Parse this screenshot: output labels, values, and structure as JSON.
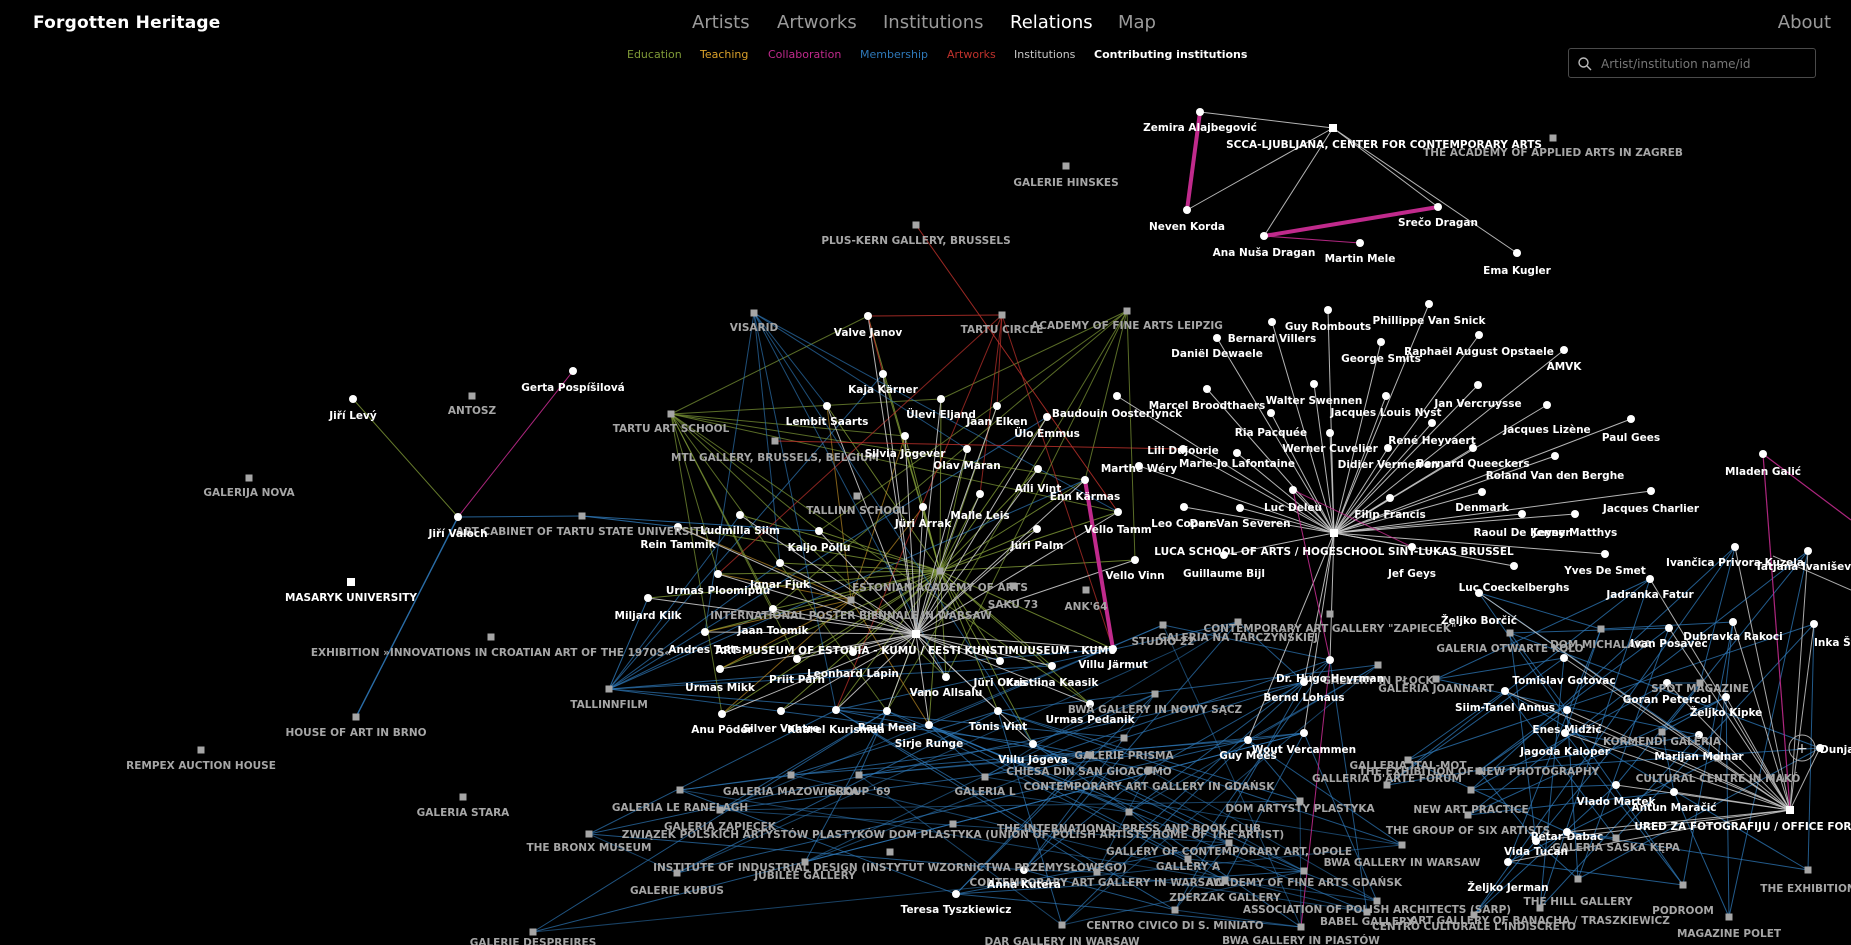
{
  "site": {
    "title": "Forgotten Heritage"
  },
  "nav": {
    "items": [
      {
        "label": "Artists",
        "active": false
      },
      {
        "label": "Artworks",
        "active": false
      },
      {
        "label": "Institutions",
        "active": false
      },
      {
        "label": "Relations",
        "active": true
      },
      {
        "label": "Map",
        "active": false
      }
    ],
    "about": "About"
  },
  "filters": [
    {
      "label": "Education",
      "color": "#7f9a37"
    },
    {
      "label": "Teaching",
      "color": "#d9a02a"
    },
    {
      "label": "Collaboration",
      "color": "#c02a8c"
    },
    {
      "label": "Membership",
      "color": "#2e78b8"
    },
    {
      "label": "Artworks",
      "color": "#c0322c"
    },
    {
      "label": "Institutions",
      "color": "#c8c8c8"
    },
    {
      "label": "Contributing institutions",
      "color": "#ffffff"
    }
  ],
  "search": {
    "placeholder": "Artist/institution name/id"
  },
  "colors": {
    "education": "#7f9a37",
    "teaching": "#d9a02a",
    "collaboration": "#c02a8c",
    "membership": "#2e78b8",
    "artworks": "#c0322c",
    "institution": "#c8c8c8",
    "background": "#000000"
  },
  "graph": {
    "artists": [
      "Zemira Alajbegović",
      "Neven Korda",
      "Ana Nuša Dragan",
      "Srečo Dragan",
      "Martin Mele",
      "Ema Kugler",
      "Gerta Pospíšilová",
      "Jiří Levý",
      "Jiří Valoch",
      "Valve Janov",
      "Kaja Kärner",
      "Lembit Saarts",
      "Ülevi Eljand",
      "Jaan Elken",
      "Ülo Emmus",
      "Silvia Jõgever",
      "Olav Maran",
      "Aili Vint",
      "Enn Kärmas",
      "Jüri Arrak",
      "Malle Leis",
      "Vello Tamm",
      "Ludmilla Siim",
      "Rein Tammik",
      "Kaljo Põllu",
      "Jüri Palm",
      "Ignar Fjuk",
      "Urmas Ploomipuu",
      "Vello Vinn",
      "Miljard Kilk",
      "Jaan Toomik",
      "Andres Tolts",
      "Leonhard Lapin",
      "Priit Pärn",
      "Villu Järmut",
      "Urmas Mikk",
      "Vano Allsalu",
      "Jüri Okas",
      "Kristiina Kaasik",
      "Anu Põder",
      "Silver Vahtre",
      "Kaarel Kurismaa",
      "Raul Meel",
      "Sirje Runge",
      "Tõnis Vint",
      "Urmas Pedanik",
      "Villu Jõgeva",
      "Guy Rombouts",
      "Phillippe Van Snick",
      "Bernard Villers",
      "Daniël Dewaele",
      "George Smits",
      "Raphaël August Opstaele",
      "AMVK",
      "Baudouin Oosterlynck",
      "Marcel Broodthaers",
      "Walter Swennen",
      "Jacques Louis Nyst",
      "Jan Vercruysse",
      "Ria Pacquée",
      "Jacques Lizène",
      "Paul Gees",
      "René Heyvaert",
      "Werner Cuvelier",
      "Lili Dujourie",
      "Marthe Wéry",
      "Marie-Jo Lafontaine",
      "Didier Vermeiren",
      "Bernard Queeckers",
      "Roland Van den Berghe",
      "Leo Copers",
      "Dan Van Severen",
      "Luc Deleu",
      "Filip Francis",
      "Denmark",
      "Jacques Charlier",
      "Raoul De Keyser",
      "Jenny Matthys",
      "Guillaume Bijl",
      "Jef Geys",
      "Yves De Smet",
      "Luc Coeckelberghs",
      "Mladen Galić",
      "Ivančica Privora Kuzela",
      "Tatjana Ivanišević",
      "Jadranka Fatur",
      "Željko Borčić",
      "Ivan Posavec",
      "Dubravka Rakoci",
      "Inka Šver",
      "Tomislav Gotovac",
      "Goran Petercol",
      "Željko Kipke",
      "Siim-Tanel Annus",
      "Enes Midžić",
      "Jagoda Kaloper",
      "Marijan Molnar",
      "Vlado Martek",
      "Antun Maračić",
      "Petar Dabac",
      "Vida Tućan",
      "Željko Jerman",
      "Dunja",
      "Dr. Hugo Heyrman",
      "Bernd Lohaus",
      "Guy Mees",
      "Wout Vercammen",
      "Anna Kutera",
      "Teresa Tyszkiewicz"
    ],
    "institutions": [
      "THE ACADEMY OF APPLIED ARTS IN ZAGREB",
      "GALERIE HINSKES",
      "PLUS-KERN GALLERY, BRUSSELS",
      "VISARID",
      "TARTU CIRCLE",
      "ACADEMY OF FINE ARTS LEIPZIG",
      "ANTOSZ",
      "TARTU ART SCHOOL",
      "MTL GALLERY, BRUSSELS, BELGIUM",
      "GALERIJA NOVA",
      "ART CABINET OF TARTU STATE UNIVERSITY",
      "TALLINN SCHOOL",
      "ESTONIAN ACADEMY OF ARTS",
      "SAKU 73",
      "ANK'64",
      "INTERNATIONAL POSTER BIENNALE IN WARSAW",
      "EXHIBITION »INNOVATIONS IN CROATIAN ART OF THE 1970S«",
      "TALLINNFILM",
      "HOUSE OF ART IN BRNO",
      "REMPEX AUCTION HOUSE",
      "GALERIA STARA",
      "STUDIO 22",
      "GALERIA NA TARCZYŃSKIEJ",
      "CONTEMPORARY ART GALLERY \"ZAPIECEK\"",
      "GALERIA OTWARTE KOŁO",
      "DOM MICHALAKA",
      "GALLERY IN PŁOCK",
      "GALERIA JOANNART",
      "SPOT MAGAZINE",
      "BWA GALLERY IN NOWY SĄCZ",
      "KORMENDI GALÉRIA",
      "GALERIE PRISMA",
      "CHIESA DIN SAN GIOACOMO",
      "GALERIA MAZOWIECKA",
      "GROUP '69",
      "GALERIA L",
      "CONTEMPORARY ART GALLERY IN GDAŃSK",
      "GALLERIA ITAL-MOT",
      "THE EXHIBITION OF NEW PHOTOGRAPHY",
      "CULTURAL CENTRE IN MAKÓ",
      "GALLERIA D'ARTE FORUM",
      "GALERIA LE RANELAGH",
      "DOM ARTYSTY PLASTYKA",
      "NEW ART PRACTICE",
      "GALERIA ZAPIECEK",
      "THE INTERNATIONAL PRESS AND BOOK CLUB",
      "ZWIĄZEK POLSKICH ARTYSTÓW PLASTYKÓW DOM PLASTYKA (UNION OF POLISH ARTISTS HOME OF THE ARTIST)",
      "THE GROUP OF SIX ARTISTS",
      "THE BRONX MUSEUM",
      "GALLERY OF CONTEMPORARY ART, OPOLE",
      "BWA GALLERY IN WARSAW",
      "GALERIA SASKA KĘPA",
      "INSTITUTE OF INDUSTRIAL DESIGN (INSTYTUT WZORNICTWA PRZEMYSŁOWEGO)",
      "JUBILEE GALLERY",
      "GALLERY A",
      "CONTEMPORARY ART GALLERY IN WARSAW",
      "ACADEMY OF FINE ARTS GDAŃSK",
      "GALERIE KUBUS",
      "ZDERZAK GALLERY",
      "THE HILL GALLERY",
      "THE EXHIBITION",
      "ASSOCIATION OF POLISH ARCHITECTS (SARP)",
      "PODROOM",
      "BABEL GALLERY",
      "ART GALLERY OF BANACHA / TRASZKIEWICZ",
      "CENTRO CULTURALE L'INDISCRETO",
      "CENTRO CIVICO DI S. MINIATO",
      "MAGAZINE POLET",
      "BWA GALLERY IN PIASTÓW",
      "DAR GALLERY IN WARSAW",
      "GALERIE DESPREIRES"
    ],
    "contributing_institutions": [
      "SCCA-LJUBLJANA, CENTER FOR CONTEMPORARY ARTS",
      "MASARYK UNIVERSITY",
      "ART MUSEUM OF ESTONIA - KUMU / EESTI KUNSTIMUUSEUM - KUMU",
      "LUCA SCHOOL OF ARTS / HOGESCHOOL SINT-LUKAS BRUSSEL",
      "URED ZA FOTOGRAFIJU / OFFICE FOR PHOTOGRAPHY"
    ]
  }
}
